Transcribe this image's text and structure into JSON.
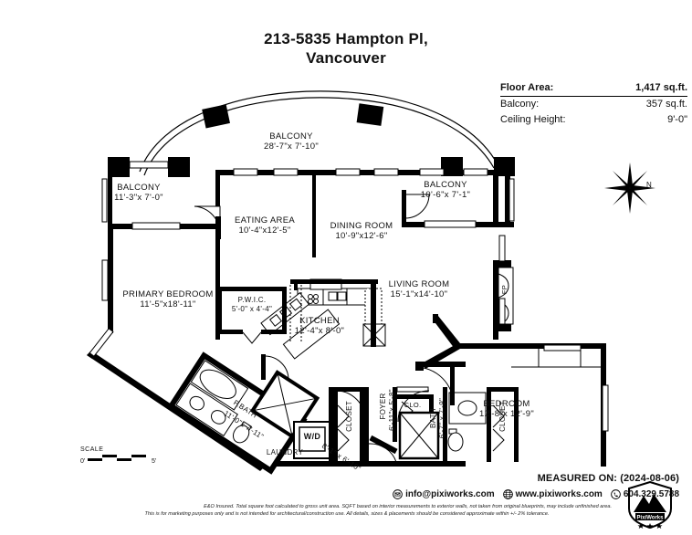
{
  "title": {
    "line1": "213-5835 Hampton Pl,",
    "line2": "Vancouver"
  },
  "info_box": {
    "rows": [
      {
        "label": "Floor Area:",
        "value": "1,417 sq.ft."
      },
      {
        "label": "Balcony:",
        "value": "357 sq.ft."
      },
      {
        "label": "Ceiling Height:",
        "value": "9'-0\""
      }
    ]
  },
  "compass": {
    "north_label": "N"
  },
  "scale": {
    "title": "SCALE",
    "start": "0'",
    "end": "5'"
  },
  "rooms": [
    {
      "name": "BALCONY",
      "dims": "28'-7\"x 7'-10\""
    },
    {
      "name": "BALCONY",
      "dims": "11'-3\"x  7'-0\""
    },
    {
      "name": "BALCONY",
      "dims": "10'-6\"x  7'-1\""
    },
    {
      "name": "EATING AREA",
      "dims": "10'-4\"x12'-5\""
    },
    {
      "name": "DINING ROOM",
      "dims": "10'-9\"x12'-6\""
    },
    {
      "name": "LIVING ROOM",
      "dims": "15'-1\"x14'-10\""
    },
    {
      "name": "PRIMARY BEDROOM",
      "dims": "11'-5\"x18'-11\""
    },
    {
      "name": "P.W.I.C.",
      "dims": "5'-0\" x 4'-4\""
    },
    {
      "name": "KITCHEN",
      "dims": "12'-4\"x  8'-0\""
    },
    {
      "name": "P.BATH",
      "dims": "11'-0\"x 7'-11\""
    },
    {
      "name": "FOYER",
      "dims": "6'-11\"x  5'-8\""
    },
    {
      "name": "BATH",
      "dims": "6'-7\" x 7'-9\""
    },
    {
      "name": "BEDROOM",
      "dims": "12'-8\"x 12'-9\""
    },
    {
      "name": "LAUNDRY",
      "dims": "8'-1\" x 6'-10\""
    }
  ],
  "plan_labels": {
    "balcony_top_name": "BALCONY",
    "balcony_top_dims": "28'-7\"x 7'-10\"",
    "balcony_left_name": "BALCONY",
    "balcony_left_dims": "11'-3\"x  7'-0\"",
    "balcony_right_name": "BALCONY",
    "balcony_right_dims": "10'-6\"x  7'-1\"",
    "eating_name": "EATING AREA",
    "eating_dims": "10'-4\"x12'-5\"",
    "dining_name": "DINING ROOM",
    "dining_dims": "10'-9\"x12'-6\"",
    "living_name": "LIVING ROOM",
    "living_dims": "15'-1\"x14'-10\"",
    "primary_name": "PRIMARY BEDROOM",
    "primary_dims": "11'-5\"x18'-11\"",
    "pwic_name": "P.W.I.C.",
    "pwic_dims": "5'-0\" x 4'-4\"",
    "kitchen_name": "KITCHEN",
    "kitchen_dims": "12'-4\"x  8'-0\"",
    "pbath_label": "P.BATH",
    "pbath_dims": "11'-0\"x 7'-11\"",
    "foyer_label": "FOYER",
    "foyer_dims": "6'-11\"x  5'-8\"",
    "bath_label": "BATH",
    "bath_dims": "6'-7\" x 7'-9\"",
    "bedroom_name": "BEDROOM",
    "bedroom_dims": "12'-8\"x 12'-9\"",
    "laundry_name": "LAUNDRY",
    "laundry_dims": "8'-1\" x 6'-10\"",
    "closet_left": "CLOSET",
    "closet_right": "CLOSET",
    "clo_small": "CLO.",
    "washer_dryer": "W/D",
    "fireplace": "FP"
  },
  "footer": {
    "measured_on": "MEASURED ON: (2024-08-06)",
    "email": "info@pixiworks.com",
    "website": "www.pixiworks.com",
    "phone": "604.329.5788",
    "disclaimer_line1": "E&O Insured.  Total square foot calculated to gross unit area. SQFT based on interior measurements to exterior walls, not taken from original blueprints, may include unfinished area.",
    "disclaimer_line2": "This is for marketing purposes only and is not intended for architectural/construction use.  All details, sizes & placements should be considered approximate within +/- 2% tolerance.",
    "logo_text": "PixiWorks"
  },
  "colors": {
    "wall": "#000000",
    "background": "#ffffff",
    "text": "#111111"
  }
}
